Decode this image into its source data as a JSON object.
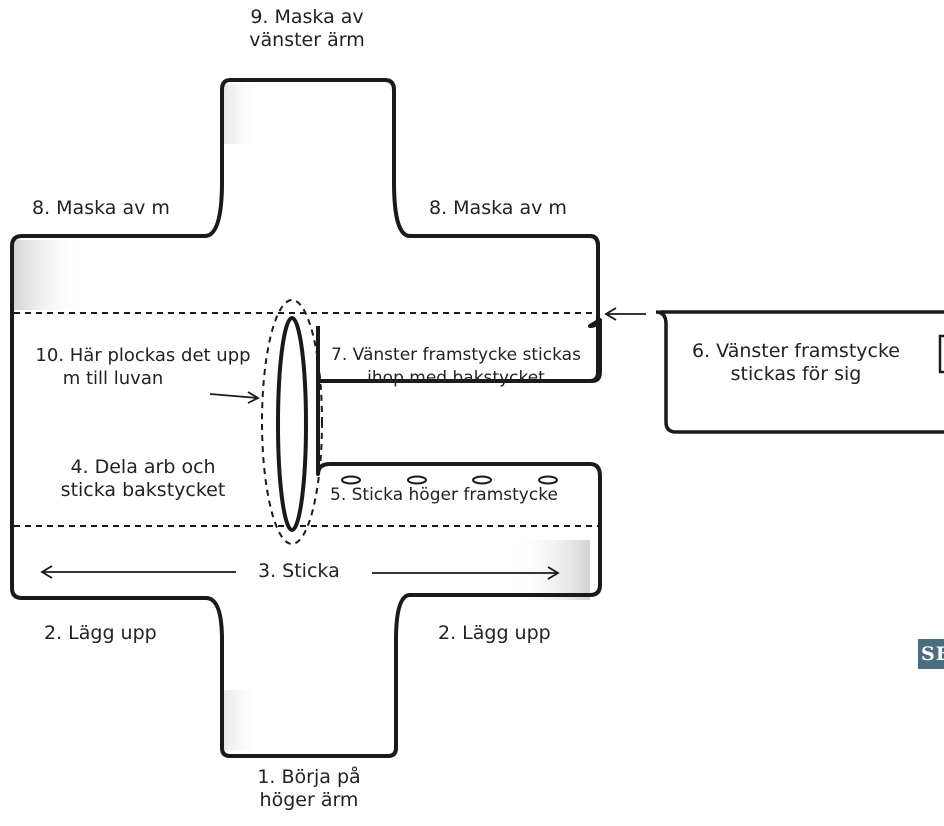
{
  "colors": {
    "outline": "#1a1a1a",
    "shade": "#d6d6d6",
    "badge_bg": "#4b6d82",
    "badge_text": "#ffffff",
    "text": "#222222"
  },
  "labels": {
    "step9": [
      "9.  Maska av",
      "vänster ärm"
    ],
    "step8_left": "8. Maska av m",
    "step8_right": "8. Maska av m",
    "step10": [
      "10. Här plockas det upp",
      "m till luvan"
    ],
    "step7": [
      "7. Vänster framstycke stickas",
      "ihop med bakstycket"
    ],
    "step6": [
      "6.  Vänster framstycke",
      "stickas för sig"
    ],
    "step4": [
      "4. Dela arb och",
      "sticka bakstycket"
    ],
    "step5": "5. Sticka höger framstycke",
    "step3": "3. Sticka",
    "step2_left": "2. Lägg upp",
    "step2_right": "2. Lägg upp",
    "step1": [
      "1. Börja på",
      "höger ärm"
    ]
  },
  "badge": {
    "text": "SE"
  }
}
